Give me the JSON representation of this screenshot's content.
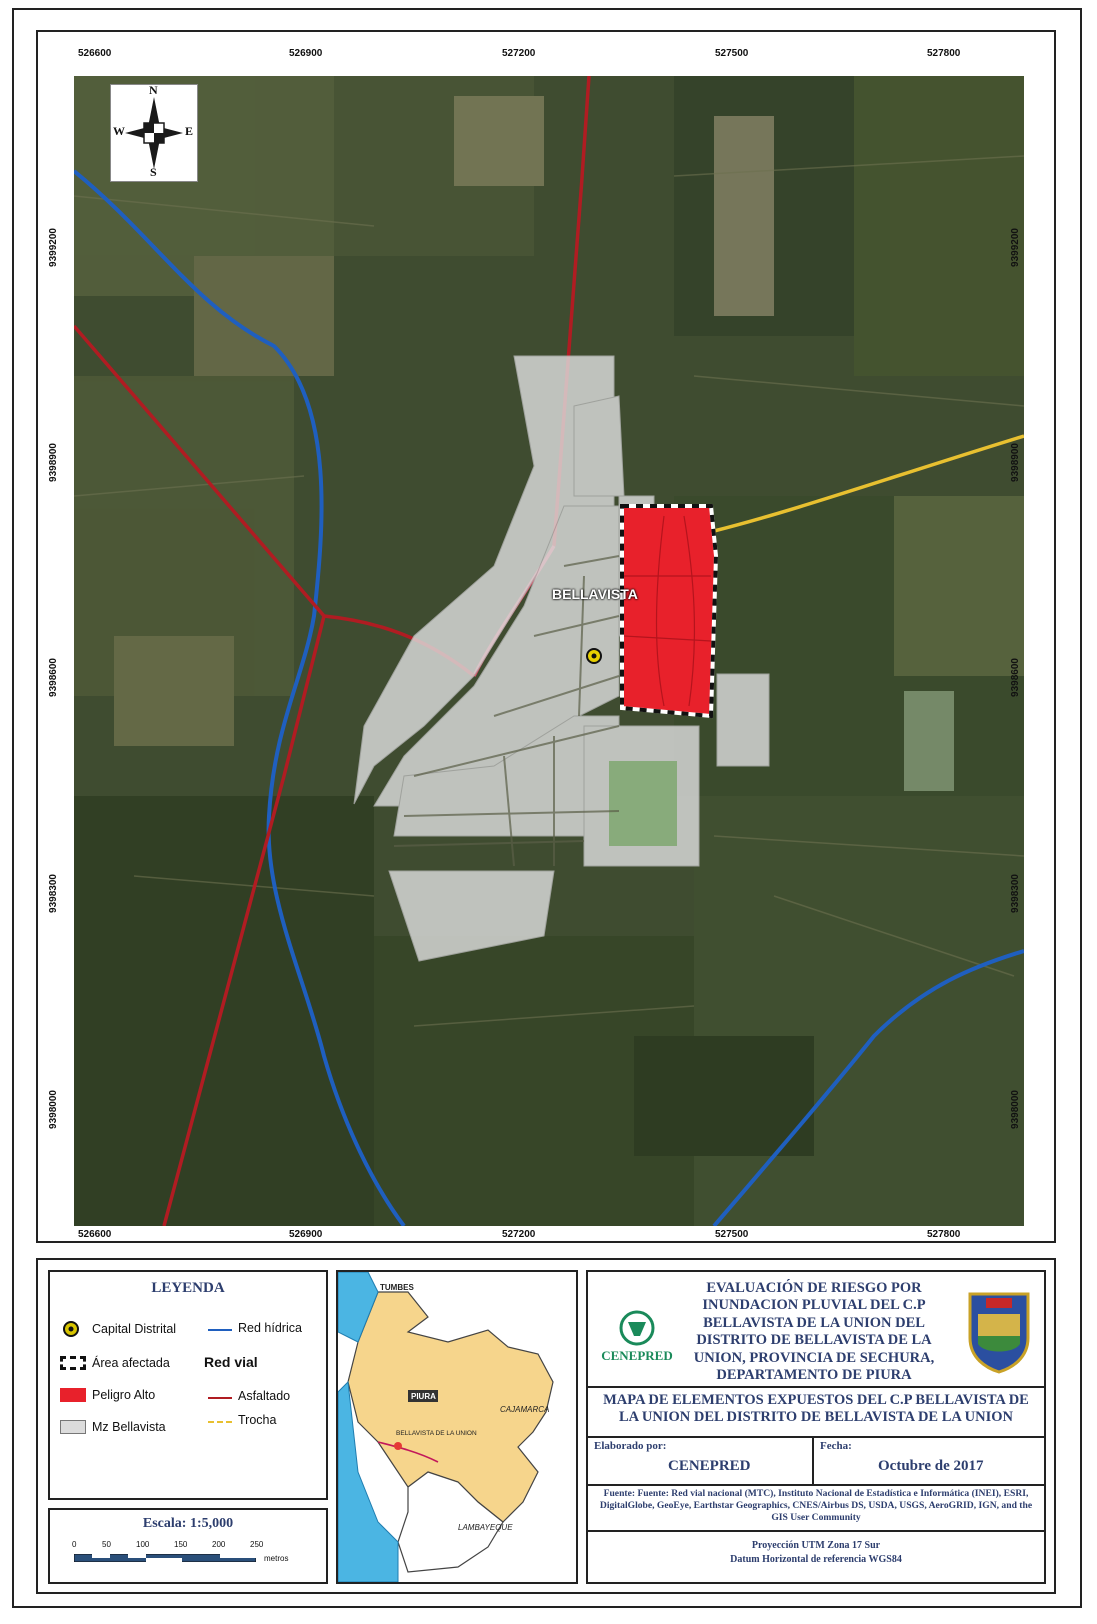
{
  "map": {
    "x_ticks": [
      "526600",
      "526900",
      "527200",
      "527500",
      "527800"
    ],
    "y_ticks": [
      "9399200",
      "9398900",
      "9398600",
      "9398300",
      "9398000"
    ],
    "north_arrow": {
      "n": "N",
      "s": "S",
      "e": "E",
      "w": "W"
    },
    "place_label": "BELLAVISTA"
  },
  "legend": {
    "title": "LEYENDA",
    "items": {
      "capital": "Capital Distrital",
      "area": "Área afectada",
      "peligro": "Peligro Alto",
      "manzana": "Mz Bellavista",
      "red_hidrica": "Red hídrica",
      "red_vial_title": "Red vial",
      "asfaltado": "Asfaltado",
      "trocha": "Trocha"
    },
    "colors": {
      "peligro": "#e8212b",
      "manzana": "#dcdcdc",
      "red_hidrica": "#1f5fbf",
      "asfaltado": "#b01c22",
      "trocha": "#e8c030"
    }
  },
  "scale": {
    "title": "Escala: 1:5,000",
    "ticks": [
      "0",
      "50",
      "100",
      "150",
      "200",
      "250"
    ],
    "unit": "metros"
  },
  "locator": {
    "labels": [
      "TUMBES",
      "PIURA",
      "CAJAMARCA",
      "BELLAVISTA DE LA UNION",
      "LAMBAYEQUE"
    ]
  },
  "title_block": {
    "heading": "EVALUACIÓN DE RIESGO POR INUNDACION PLUVIAL DEL C.P BELLAVISTA DE LA UNION DEL DISTRITO DE BELLAVISTA DE LA UNION, PROVINCIA DE SECHURA, DEPARTAMENTO DE PIURA",
    "logo_text": "CENEPRED",
    "map_title": "MAPA DE ELEMENTOS EXPUESTOS DEL C.P BELLAVISTA DE LA UNION DEL DISTRITO DE BELLAVISTA DE LA UNION",
    "elaborado_label": "Elaborado por:",
    "elaborado_value": "CENEPRED",
    "fecha_label": "Fecha:",
    "fecha_value": "Octubre de 2017",
    "fuente": "Fuente: Fuente: Red vial nacional (MTC), Instituto Nacional de Estadística e Informática (INEI), ESRI, DigitalGlobe, GeoEye, Earthstar Geographics, CNES/Airbus DS, USDA, USGS, AeroGRID, IGN, and the GIS User Community",
    "proyeccion": "Proyección UTM Zona 17 Sur",
    "datum": "Datum Horizontal de referencia WGS84"
  }
}
